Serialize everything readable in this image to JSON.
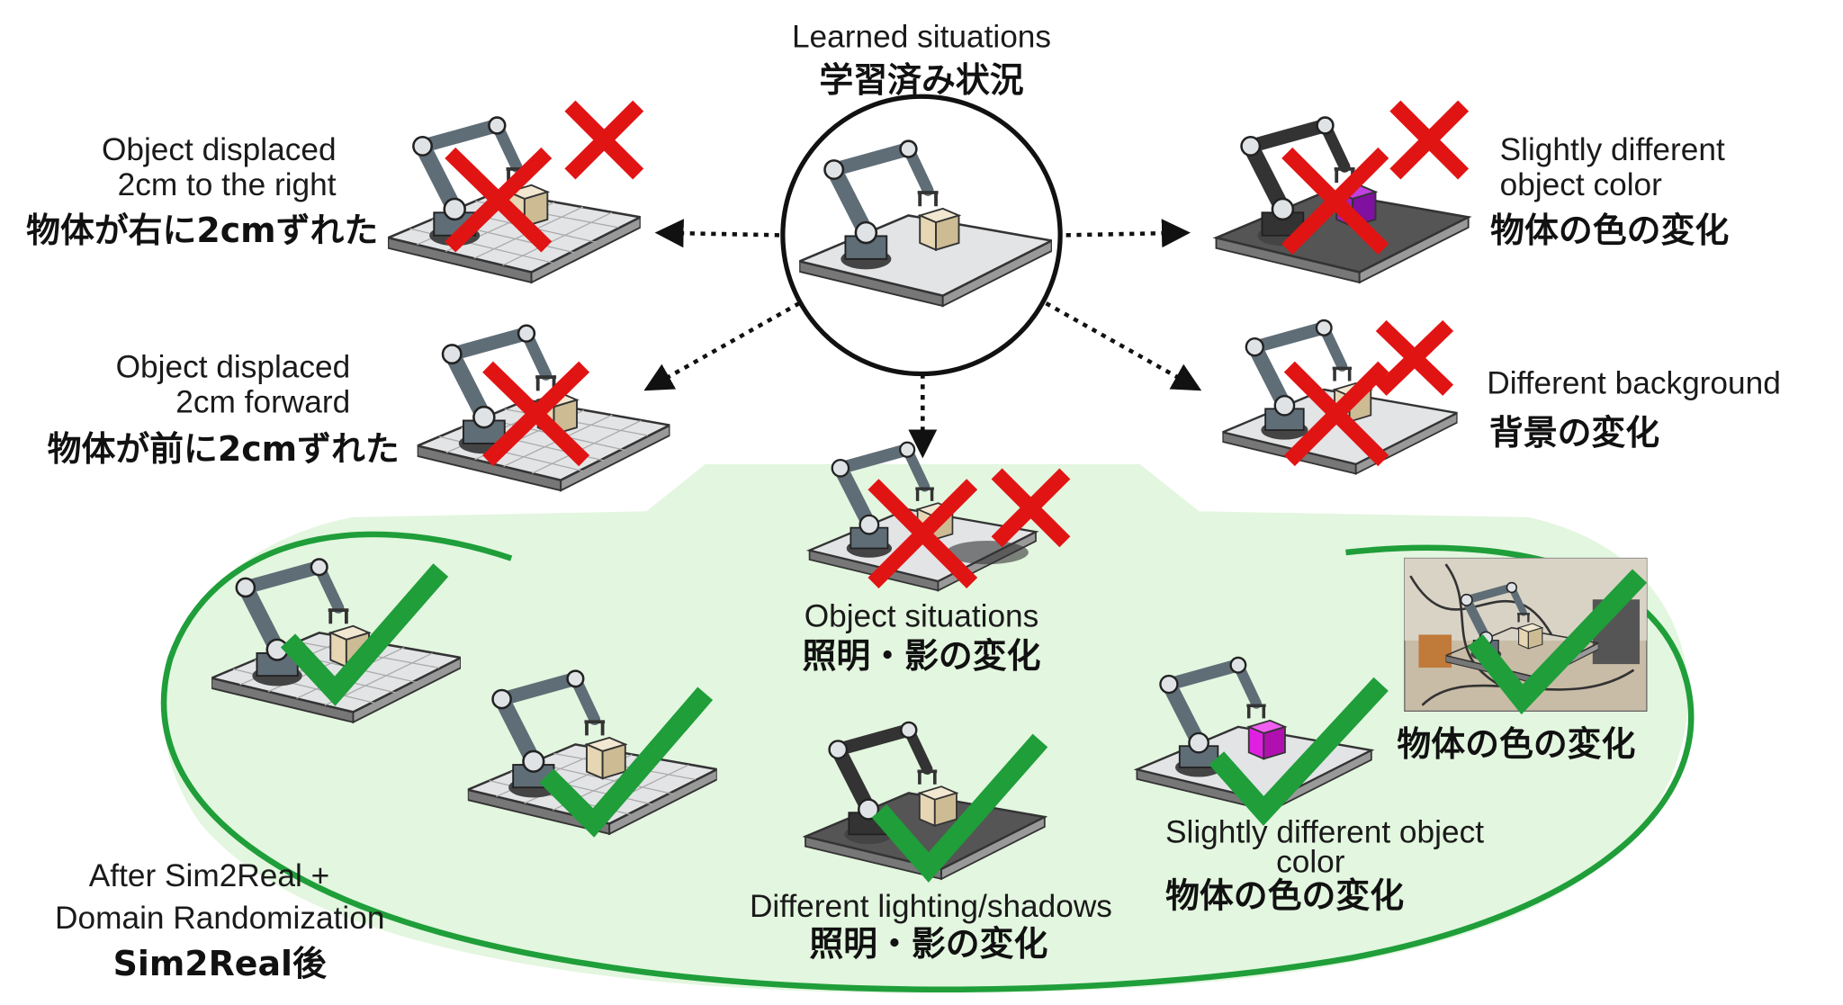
{
  "center": {
    "title_en": "Learned situations",
    "title_jp": "学習済み状況"
  },
  "failures": [
    {
      "en": [
        "Object displaced",
        "2cm to the right"
      ],
      "jp": "物体が右に2cmずれた"
    },
    {
      "en": [
        "Object displaced",
        "2cm forward"
      ],
      "jp": "物体が前に2cmずれた"
    },
    {
      "en": [
        "Slightly different",
        "object color"
      ],
      "jp": "物体の色の変化"
    },
    {
      "en": [
        "Different background"
      ],
      "jp": "背景の変化"
    },
    {
      "en": [
        "Object situations"
      ],
      "jp": "照明・影の変化"
    }
  ],
  "successes": {
    "lighting": {
      "en": "Different lighting/shadows",
      "jp": "照明・影の変化"
    },
    "color": {
      "en": [
        "Slightly different object",
        "color"
      ],
      "jp": "物体の色の変化"
    },
    "photo": {
      "jp": "物体の色の変化"
    }
  },
  "footer": {
    "line1": "After Sim2Real +",
    "line2": "Domain Randomization",
    "line3": "Sim2Real後"
  },
  "colors": {
    "fail": "#e11414",
    "success": "#1f9e3a",
    "region": "#e3f6df",
    "arm": "#5f6d77",
    "box": "#e6d6b4",
    "magenta": "#e020e0"
  }
}
